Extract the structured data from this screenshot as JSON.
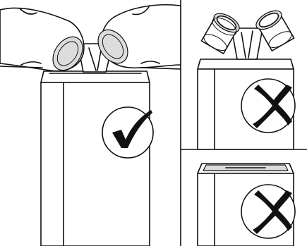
{
  "figure": {
    "panels": [
      {
        "id": "correct",
        "verdict": "correct",
        "icon": "checkmark-icon"
      },
      {
        "id": "wrong-top",
        "verdict": "incorrect",
        "icon": "cross-icon"
      },
      {
        "id": "wrong-bottom",
        "verdict": "incorrect",
        "icon": "cross-icon"
      }
    ],
    "colors": {
      "line": "#111111",
      "background": "#ffffff",
      "shade": "#dcdcdc"
    }
  }
}
